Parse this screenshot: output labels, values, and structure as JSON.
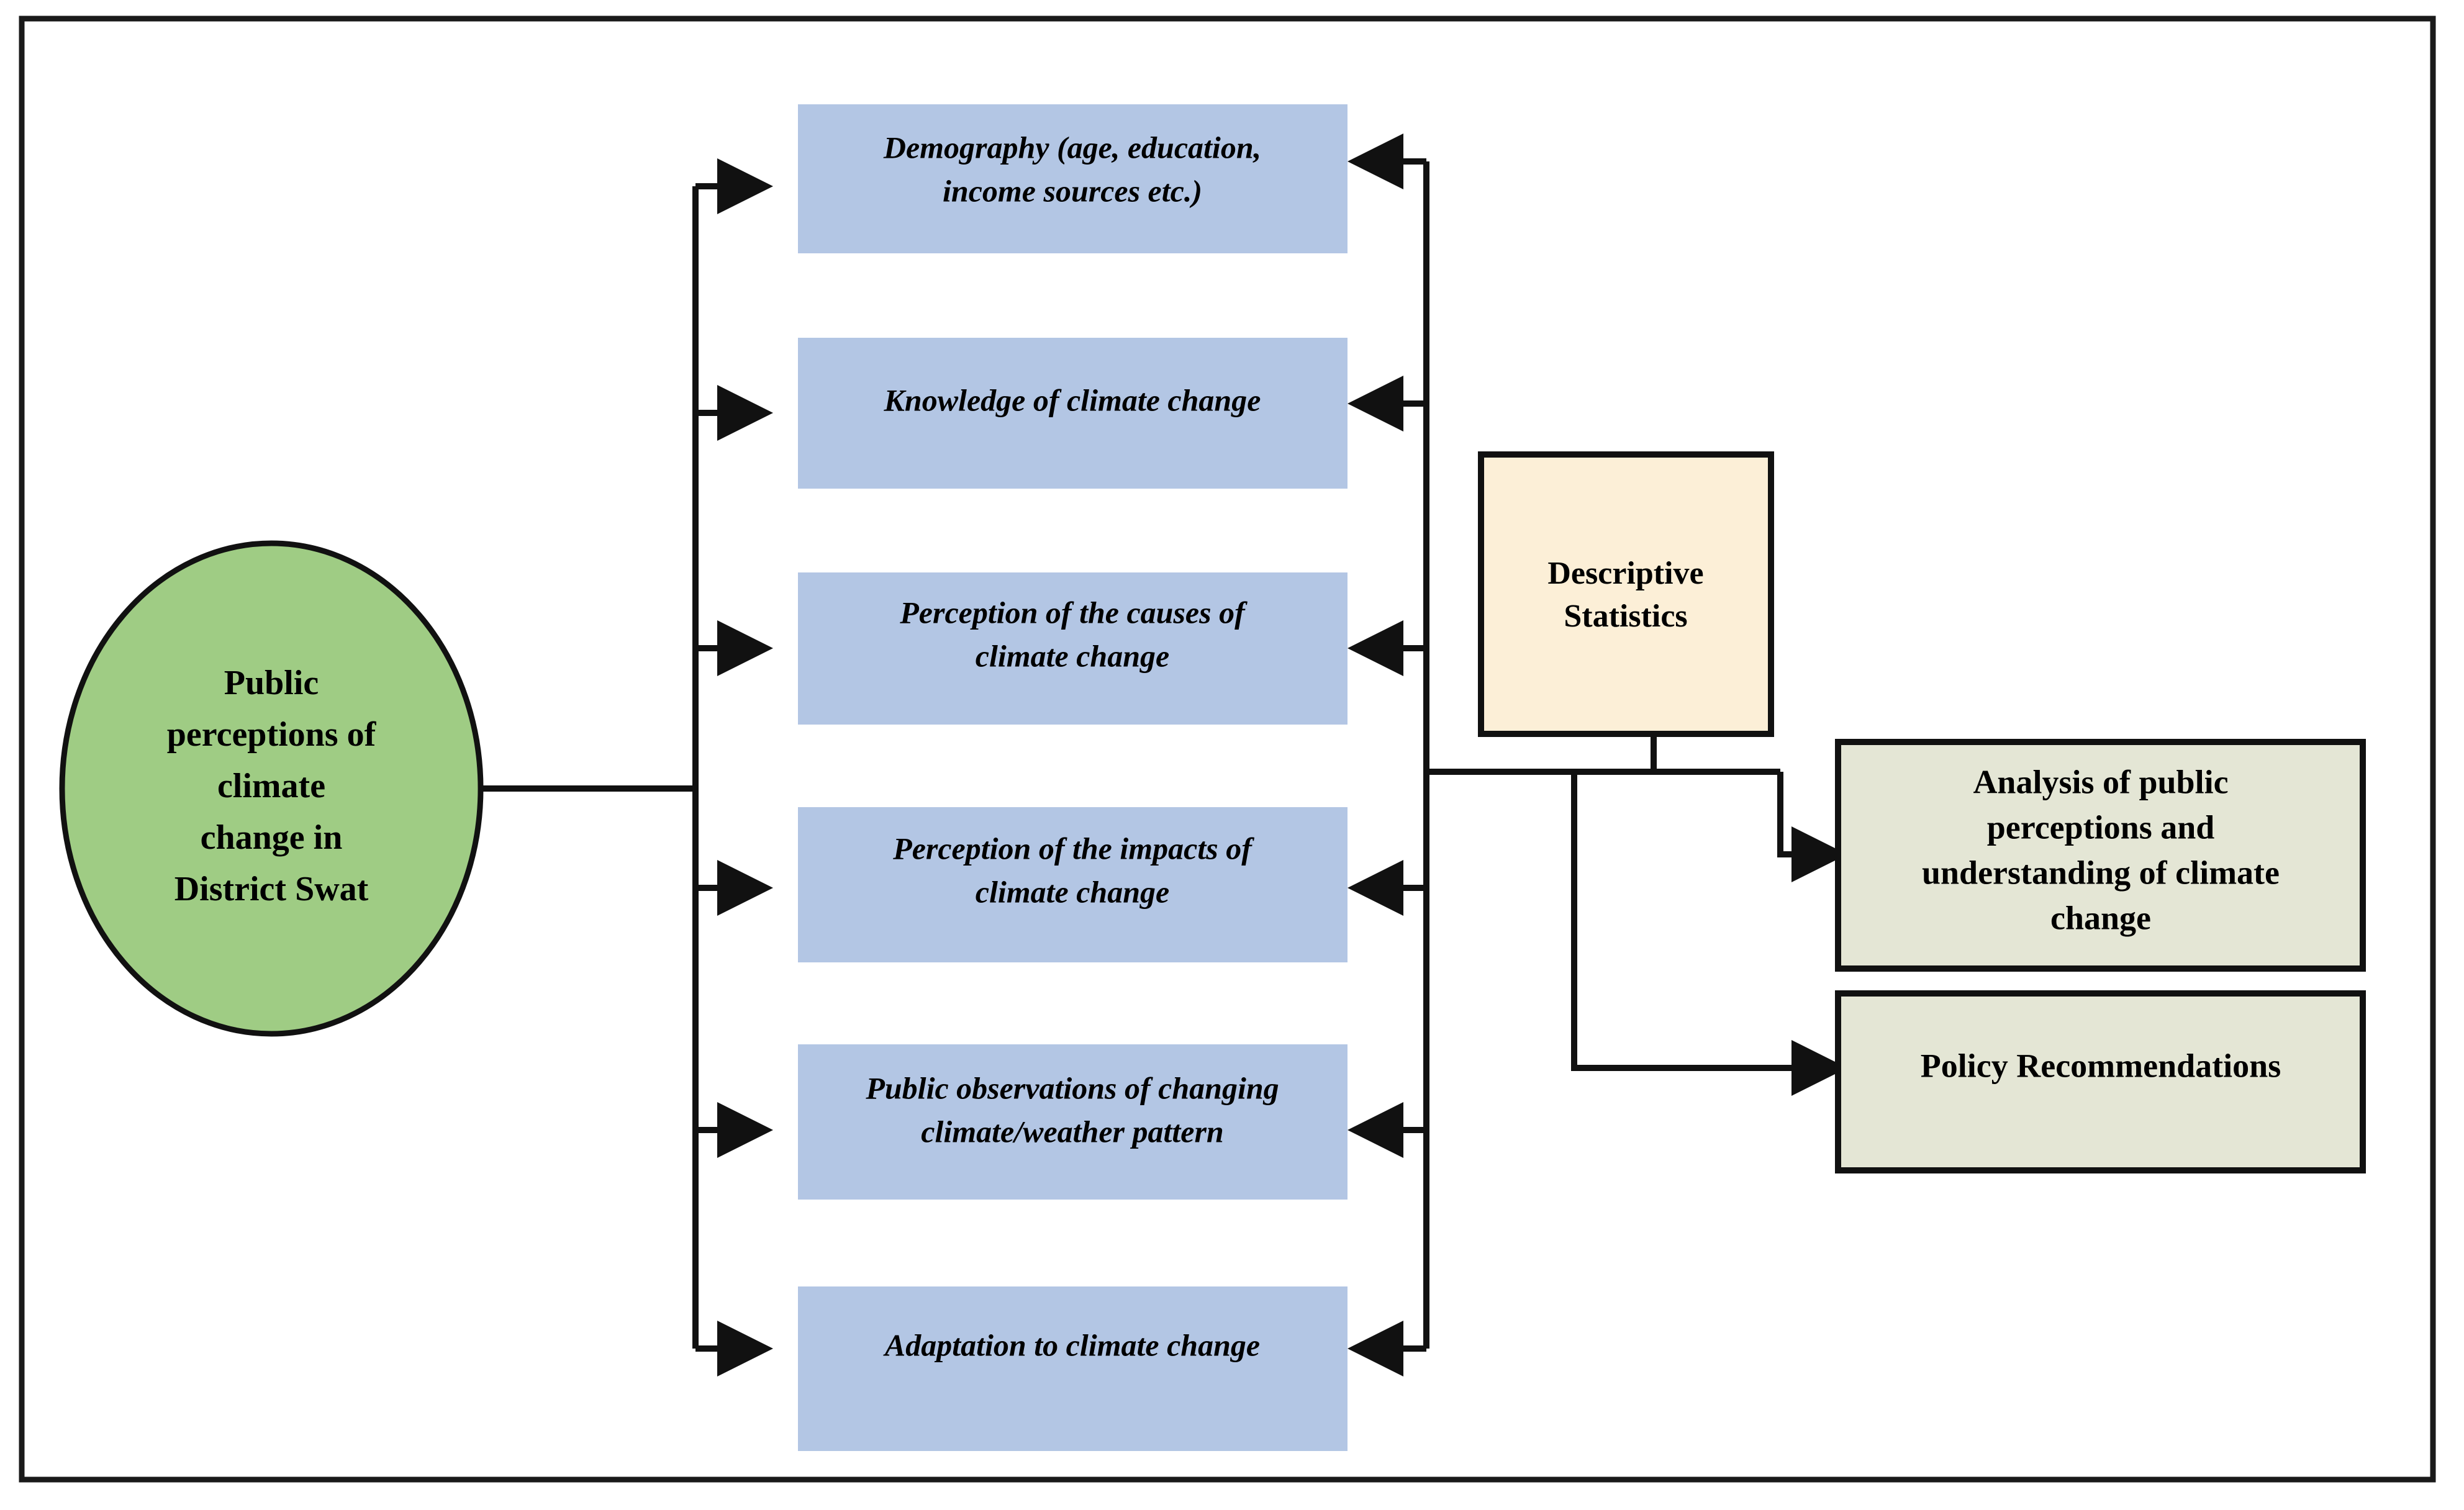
{
  "figure": {
    "type": "flowchart",
    "orientation": "left-to-right",
    "frame": {
      "border_color": "#1a1a1a",
      "background": "#ffffff"
    }
  },
  "palette": {
    "blue_fill": "#b3c6e4",
    "green_fill": "#9fcc84",
    "cream_fill": "#fcefd7",
    "olive_fill": "#e4e6d5",
    "stroke": "#111111",
    "text": "#000000"
  },
  "source_node": {
    "id": "public-perceptions",
    "shape": "ellipse",
    "fill": "#9fcc84",
    "lines": [
      "Public",
      "perceptions of",
      "climate",
      "change in",
      "District Swat"
    ]
  },
  "dimension_nodes": [
    {
      "id": "demography",
      "shape": "rectangle",
      "fill": "#b3c6e4",
      "lines": [
        "Demography (age, education,",
        "income sources etc.)"
      ]
    },
    {
      "id": "knowledge",
      "shape": "rectangle",
      "fill": "#b3c6e4",
      "lines": [
        "Knowledge of climate change"
      ]
    },
    {
      "id": "perception-causes",
      "shape": "rectangle",
      "fill": "#b3c6e4",
      "lines": [
        "Perception of the causes of",
        "climate change"
      ]
    },
    {
      "id": "perception-impacts",
      "shape": "rectangle",
      "fill": "#b3c6e4",
      "lines": [
        "Perception of the impacts of",
        "climate change"
      ]
    },
    {
      "id": "public-observations",
      "shape": "rectangle",
      "fill": "#b3c6e4",
      "lines": [
        "Public observations of changing",
        "climate/weather pattern"
      ]
    },
    {
      "id": "adaptation",
      "shape": "rectangle",
      "fill": "#b3c6e4",
      "lines": [
        "Adaptation to climate change"
      ]
    }
  ],
  "method_node": {
    "id": "descriptive-statistics",
    "shape": "rectangle",
    "fill": "#fcefd7",
    "lines": [
      "Descriptive",
      "Statistics"
    ]
  },
  "outcome_nodes": [
    {
      "id": "analysis-outcome",
      "shape": "rectangle",
      "fill": "#e4e6d5",
      "lines": [
        "Analysis of public",
        "perceptions and",
        "understanding of climate",
        "change"
      ]
    },
    {
      "id": "policy-outcome",
      "shape": "rectangle",
      "fill": "#e4e6d5",
      "lines": [
        "Policy Recommendations"
      ]
    }
  ],
  "edges": [
    {
      "from": "public-perceptions",
      "to": "demography",
      "style": "orthogonal-arrow"
    },
    {
      "from": "public-perceptions",
      "to": "knowledge",
      "style": "orthogonal-arrow"
    },
    {
      "from": "public-perceptions",
      "to": "perception-causes",
      "style": "orthogonal-arrow"
    },
    {
      "from": "public-perceptions",
      "to": "perception-impacts",
      "style": "orthogonal-arrow"
    },
    {
      "from": "public-perceptions",
      "to": "public-observations",
      "style": "orthogonal-arrow"
    },
    {
      "from": "public-perceptions",
      "to": "adaptation",
      "style": "orthogonal-arrow"
    },
    {
      "from": "descriptive-statistics",
      "to": "demography",
      "style": "orthogonal-arrow"
    },
    {
      "from": "descriptive-statistics",
      "to": "knowledge",
      "style": "orthogonal-arrow"
    },
    {
      "from": "descriptive-statistics",
      "to": "perception-causes",
      "style": "orthogonal-arrow"
    },
    {
      "from": "descriptive-statistics",
      "to": "perception-impacts",
      "style": "orthogonal-arrow"
    },
    {
      "from": "descriptive-statistics",
      "to": "public-observations",
      "style": "orthogonal-arrow"
    },
    {
      "from": "descriptive-statistics",
      "to": "adaptation",
      "style": "orthogonal-arrow"
    },
    {
      "from": "descriptive-statistics",
      "to": "analysis-outcome",
      "style": "orthogonal-arrow"
    },
    {
      "from": "descriptive-statistics",
      "to": "policy-outcome",
      "style": "orthogonal-arrow"
    }
  ]
}
